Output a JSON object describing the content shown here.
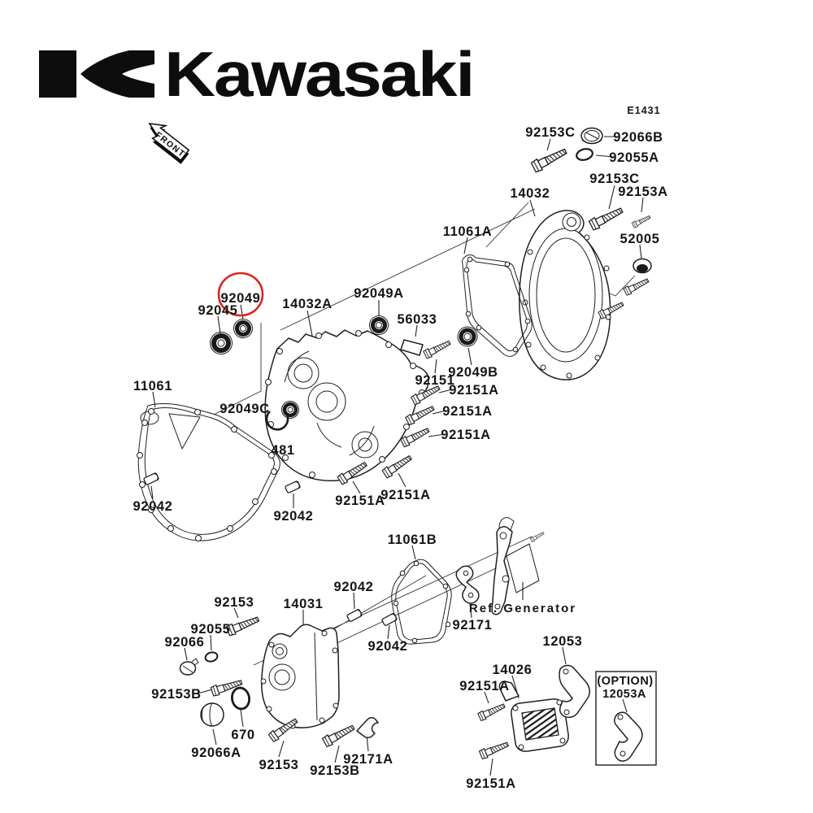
{
  "brand": {
    "logo": "Kawasaki",
    "front_label": "FRONT"
  },
  "diagram": {
    "code": "E1431",
    "type": "exploded-parts-diagram",
    "subject": "engine covers",
    "highlighted_part": "92049",
    "option_group": [
      "(OPTION)",
      "12053A"
    ]
  },
  "colors": {
    "ink": "#1a1a1a",
    "highlight": "#e02421",
    "background": "#ffffff"
  },
  "labels": [
    "E1431",
    "92153C",
    "92066B",
    "92055A",
    "92153C",
    "92153A",
    "14032",
    "52005",
    "11061A",
    "92049A",
    "92049",
    "92045",
    "14032A",
    "56033",
    "92049B",
    "92151",
    "92151A",
    "92151A",
    "92151A",
    "11061",
    "92049C",
    "481",
    "92042",
    "92042",
    "92151A",
    "92151A",
    "11061B",
    "92042",
    "92042",
    "92171",
    "Ref. Generator",
    "12053",
    "14026",
    "92151A",
    "92151A",
    "(OPTION)",
    "12053A",
    "92153",
    "92055",
    "92066",
    "92153B",
    "92066A",
    "670",
    "14031",
    "92153",
    "92153B",
    "92171A"
  ]
}
